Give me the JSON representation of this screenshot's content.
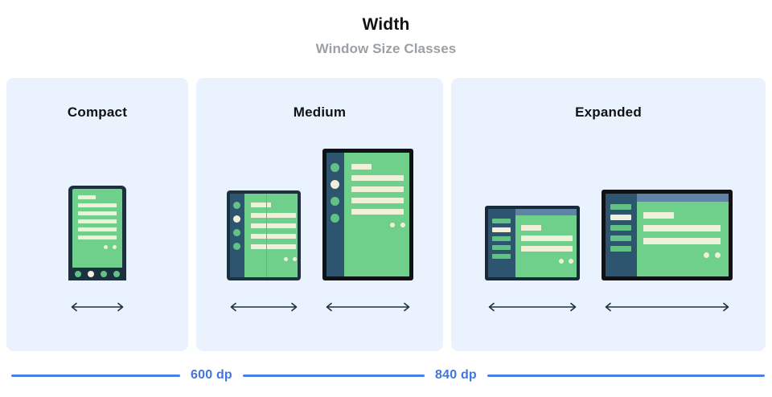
{
  "header": {
    "title": "Width",
    "subtitle": "Window Size Classes"
  },
  "panels": [
    {
      "id": "compact",
      "label": "Compact",
      "devices": [
        {
          "name": "phone",
          "type": "phone",
          "lines": 6,
          "dots": 2,
          "nav_items": 4,
          "nav_active_index": 1
        }
      ],
      "arrows": 1
    },
    {
      "id": "medium",
      "label": "Medium",
      "devices": [
        {
          "name": "foldable",
          "type": "foldable",
          "rail_dots": 4,
          "rail_active_index": 1,
          "lines": 5,
          "dots": 2,
          "has_fold": true
        },
        {
          "name": "tablet-portrait",
          "type": "tablet-portrait",
          "rail_dots": 4,
          "rail_active_index": 1,
          "lines": 5,
          "dots": 2,
          "has_fold": false
        }
      ],
      "arrows": 2
    },
    {
      "id": "expanded",
      "label": "Expanded",
      "devices": [
        {
          "name": "tablet-landscape-small",
          "type": "landscape-small",
          "rail_bars": 5,
          "rail_active_index": 1,
          "lines": 3,
          "dots": 2,
          "has_topbar": true
        },
        {
          "name": "tablet-landscape-large",
          "type": "landscape-large",
          "rail_bars": 5,
          "rail_active_index": 1,
          "lines": 3,
          "dots": 2,
          "has_topbar": true
        }
      ],
      "arrows": 2
    }
  ],
  "measures": [
    {
      "id": "breakpoint-600",
      "label": "600 dp"
    },
    {
      "id": "breakpoint-840",
      "label": "840 dp"
    }
  ],
  "colors": {
    "panel_bg": "#eaf2fd",
    "accent_blue": "#4176de",
    "device_green": "#6ed08a",
    "device_cream": "#eff0d8",
    "device_frame_dark": "#1d3040",
    "device_frame_black": "#101216",
    "rail_navy": "#2d5570",
    "topbar_blue": "#5f83a4",
    "title_text": "#101216",
    "subtitle_text": "#9aa0a6"
  }
}
